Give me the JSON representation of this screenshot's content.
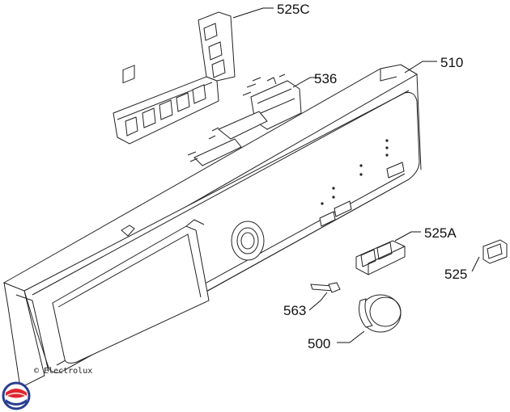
{
  "labels": {
    "l525c": "525C",
    "l536": "536",
    "l510": "510",
    "l525a": "525A",
    "l525": "525",
    "l563": "563",
    "l500": "500"
  },
  "copyright": "© Electrolux",
  "logo": {
    "name": "electrolux-logo-icon",
    "colors": {
      "red": "#e0262d",
      "blue": "#2a3f8f"
    }
  }
}
